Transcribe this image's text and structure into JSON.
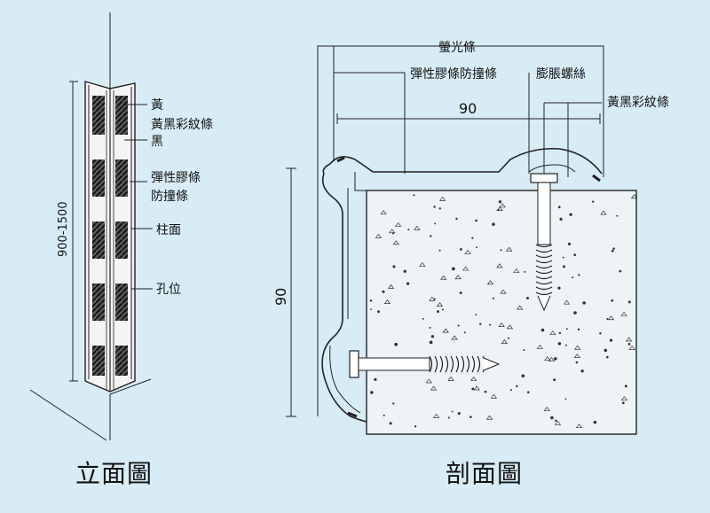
{
  "elevation": {
    "labels": {
      "yellow": "黃",
      "yellow_black_strip": "黃黑彩紋條",
      "black": "黑",
      "rubber_strip": "彈性膠條",
      "guard_strip": "防撞條",
      "column_face": "柱面",
      "hole_position": "孔位"
    },
    "height_dim": "900-1500",
    "caption": "立面圖"
  },
  "section": {
    "labels": {
      "fluorescent_strip": "螢光條",
      "rubber_guard_strip": "彈性膠條防撞條",
      "expansion_screw": "膨脹螺絲",
      "yellow_black_strip": "黃黑彩紋條"
    },
    "width_dim": "90",
    "height_dim": "90",
    "caption": "剖面圖"
  },
  "colors": {
    "background": "#d7ecf5",
    "line": "#222222",
    "concrete": "#eef3f5",
    "stripe_dark": "#2a2a2a"
  }
}
